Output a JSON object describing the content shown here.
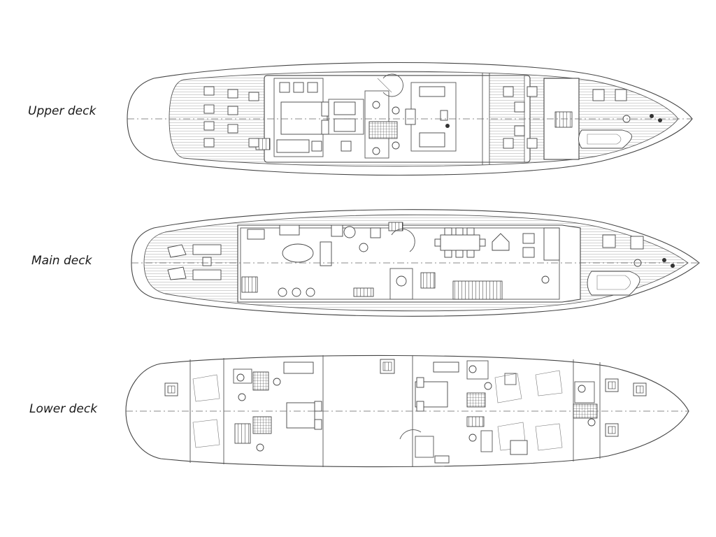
{
  "decks": [
    {
      "id": "upper",
      "label": "Upper deck"
    },
    {
      "id": "main",
      "label": "Main deck"
    },
    {
      "id": "lower",
      "label": "Lower deck"
    }
  ]
}
